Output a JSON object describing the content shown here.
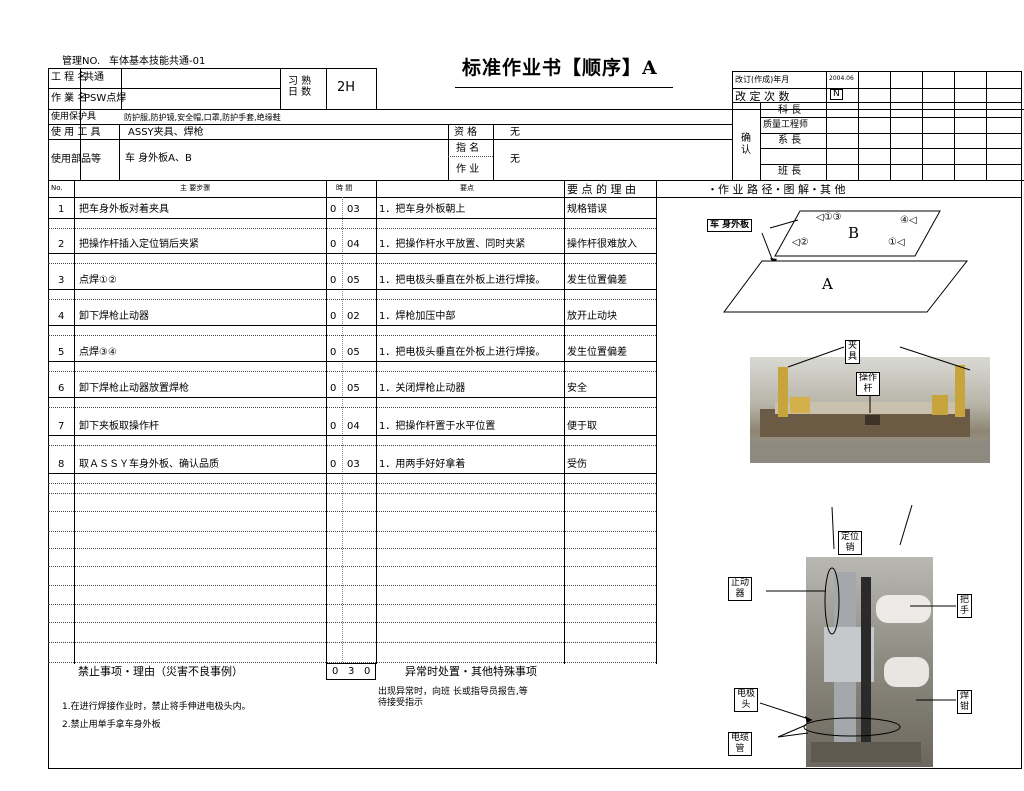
{
  "header": {
    "mgmt_no_label": "管理NO.",
    "mgmt_no_value": "车体基本技能共通-01",
    "title": "标准作业书【顺序】A",
    "process_name_label": "工 程 名",
    "process_name_value": "共通",
    "work_name_label": "作 業 名",
    "work_name_value": "PSW点焊",
    "practice_days_label": "习 熟\n日 数",
    "practice_days_value": "2H",
    "protective_label": "使用保护具",
    "protective_value": "防护服,防护镜,安全帽,口罩,防护手套,绝缘鞋",
    "tools_label": "使 用 工 具",
    "tools_value": "ASSY夹具、焊枪",
    "parts_label": "使用部品等",
    "parts_value": "车 身外板A、B",
    "qualification_label": "资 格",
    "qualification_value": "无",
    "designated_work_label1": "指 名",
    "designated_work_label2": "作 业",
    "designated_work_value": "无"
  },
  "revision": {
    "revision_label": "改订(作成)年月",
    "revision_date": "2004.06",
    "revision_count_label": "改 定 次 数",
    "revision_count_value": "N",
    "confirm_label": "确\n认",
    "roles": [
      "科 長",
      "质量工程师",
      "系 長",
      "班 長"
    ]
  },
  "table": {
    "col_no": "No.",
    "col_step": "主 要步骤",
    "col_time": "時 間",
    "col_point": "要点",
    "col_reason": "要 点 的 理 由",
    "col_diagram": "・作 业 路 径・图 解・其 他",
    "rows": [
      {
        "no": "1",
        "step": "把车身外板对着夹具",
        "time_a": "0",
        "time_b": "03",
        "point": "1．把车身外板朝上",
        "reason": "规格错误"
      },
      {
        "no": "2",
        "step": "把操作杆插入定位销后夹紧",
        "time_a": "0",
        "time_b": "04",
        "point": "1．把操作杆水平放置、同时夹紧",
        "reason": "操作杆很难放入"
      },
      {
        "no": "3",
        "step": "点焊①②",
        "time_a": "0",
        "time_b": "05",
        "point": "1．把电极头垂直在外板上进行焊接。",
        "reason": "发生位置偏差"
      },
      {
        "no": "4",
        "step": "卸下焊枪止动器",
        "time_a": "0",
        "time_b": "02",
        "point": "1．焊枪加压中部",
        "reason": "放开止动块"
      },
      {
        "no": "5",
        "step": "点焊③④",
        "time_a": "0",
        "time_b": "05",
        "point": "1．把电极头垂直在外板上进行焊接。",
        "reason": "发生位置偏差"
      },
      {
        "no": "6",
        "step": "卸下焊枪止动器放置焊枪",
        "time_a": "0",
        "time_b": "05",
        "point": "1．关闭焊枪止动器",
        "reason": "安全"
      },
      {
        "no": "7",
        "step": "卸下夹板取操作杆",
        "time_a": "0",
        "time_b": "04",
        "point": "1．把操作杆置于水平位置",
        "reason": "便于取"
      },
      {
        "no": "8",
        "step": "取ＡＳＳＹ车身外板、确认品质",
        "time_a": "0",
        "time_b": "03",
        "point": "1．用两手好好拿着",
        "reason": "受伤"
      }
    ],
    "total_a": "0",
    "total_b": "3",
    "total_c": "0"
  },
  "footer": {
    "prohibited_title": "禁止事项・理由（災害不良事例）",
    "prohibited_items": [
      "1.在进行焊接作业时，禁止将手伸进电极头内。",
      "2.禁止用单手拿车身外板"
    ],
    "abnormal_title": "异常时处置・其他特殊事项",
    "abnormal_text_1": "出现异常时，向班 长或指导员报告,等",
    "abnormal_text_2": "待接受指示"
  },
  "diagram": {
    "panel_label": "车 身外板",
    "panel_b": "B",
    "panel_a": "A",
    "marks_left_top": "◁①③",
    "marks_right_top": "④◁",
    "marks_left_bottom": "◁②",
    "marks_right_bottom": "①◁",
    "label_clamp": "夹\n具",
    "label_lever": "操作\n杆",
    "label_pin": "定位\n销",
    "label_stopper": "止动\n器",
    "label_hand": "把\n手",
    "label_electrode": "电极\n头",
    "label_gun": "焊\n钳",
    "label_cable": "电缆\n管"
  }
}
